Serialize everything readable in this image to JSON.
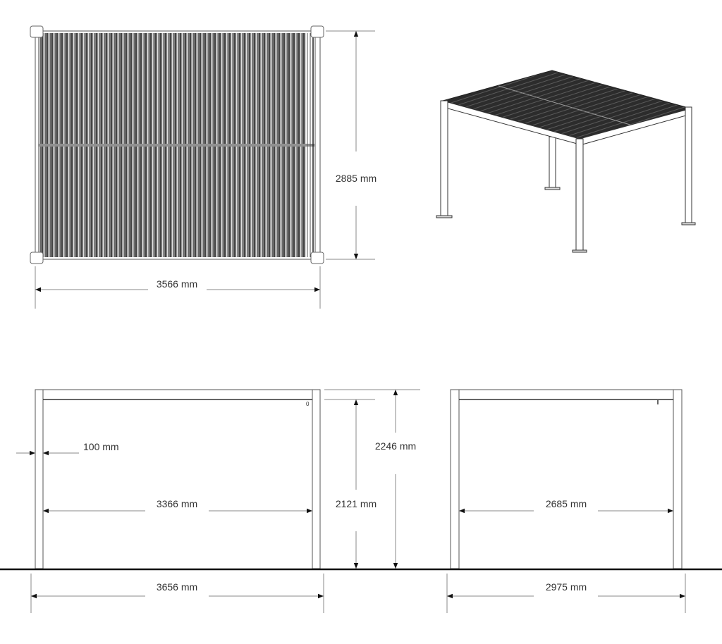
{
  "diagram": {
    "subject": "Louvered pergola technical drawing",
    "views": {
      "top_view": {
        "width_label": "3566 mm",
        "depth_label": "2885 mm"
      },
      "isometric_view": {
        "description": "3D perspective of pergola with louvered roof"
      },
      "front_view": {
        "post_width_label": "100 mm",
        "inner_width_label": "3366 mm",
        "outer_width_label": "3656 mm",
        "clear_height_label": "2121 mm",
        "total_height_label": "2246 mm"
      },
      "side_view": {
        "inner_width_label": "2685 mm",
        "outer_width_label": "2975 mm"
      }
    },
    "colors": {
      "line": "#555555",
      "dim_line": "#888888",
      "ground": "#111111",
      "louver_dark": "#3a3a3a",
      "roof_iso": "#2e2e2e",
      "text": "#333333"
    }
  }
}
